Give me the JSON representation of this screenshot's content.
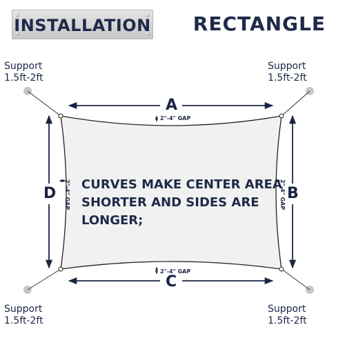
{
  "header": {
    "plate_label": "INSTALLATION",
    "title": "RECTANGLE"
  },
  "supports": {
    "top_left": {
      "line1": "Support",
      "line2": "1.5ft-2ft"
    },
    "top_right": {
      "line1": "Support",
      "line2": "1.5ft-2ft"
    },
    "bottom_left": {
      "line1": "Support",
      "line2": "1.5ft-2ft"
    },
    "bottom_right": {
      "line1": "Support",
      "line2": "1.5ft-2ft"
    }
  },
  "dimensions": {
    "top": "A",
    "right": "B",
    "bottom": "C",
    "left": "D"
  },
  "gaps": {
    "top": "2\"-4\" GAP",
    "bottom": "2\"-4\" GAP",
    "left": "2\"-4\" GAP",
    "right": "2\"-4\" GAP"
  },
  "note": {
    "line1": "CURVES MAKE CENTER AREA",
    "line2": "SHORTER AND SIDES ARE",
    "line3": "LONGER;"
  },
  "colors": {
    "text": "#1f2a4a",
    "sail_fill": "#f2f2f2",
    "post": "#c8c8c8"
  }
}
